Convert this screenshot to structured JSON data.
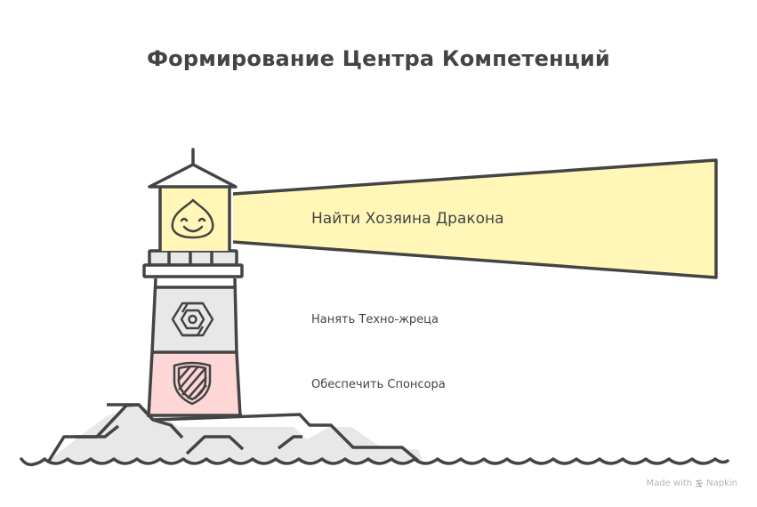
{
  "title": "Формирование Центра Компетенций",
  "beam": {
    "label": "Найти Хозяина Дракона",
    "fill_color": "#fff6b8",
    "icon": "smiling-drop-face-icon"
  },
  "sections": [
    {
      "label": "Нанять Техно-жреца",
      "icon": "hex-nut-icon",
      "fill_color": "#e8e8e8"
    },
    {
      "label": "Обеспечить Спонсора",
      "icon": "striped-shield-icon",
      "fill_color": "#ffd6d6"
    }
  ],
  "colors": {
    "stroke": "#444444",
    "rock_fill": "#e8e8e8",
    "beam_fill": "#fff6b8",
    "accent_red": "#ffd6d6"
  },
  "footer": {
    "made_with": "Made with",
    "brand": "Napkin",
    "brand_icon": "napkin-logo-icon"
  }
}
